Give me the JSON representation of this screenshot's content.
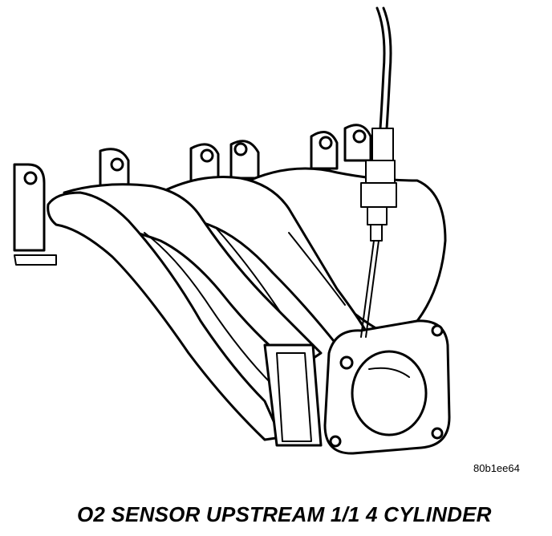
{
  "figure": {
    "id_code": "80b1ee64",
    "caption": "O2 SENSOR UPSTREAM 1/1 4 CYLINDER"
  },
  "parts": [
    "exhaust-manifold",
    "o2-sensor",
    "sensor-wire",
    "outlet-flange"
  ],
  "colors": {
    "line": "#000000",
    "background": "#ffffff"
  }
}
